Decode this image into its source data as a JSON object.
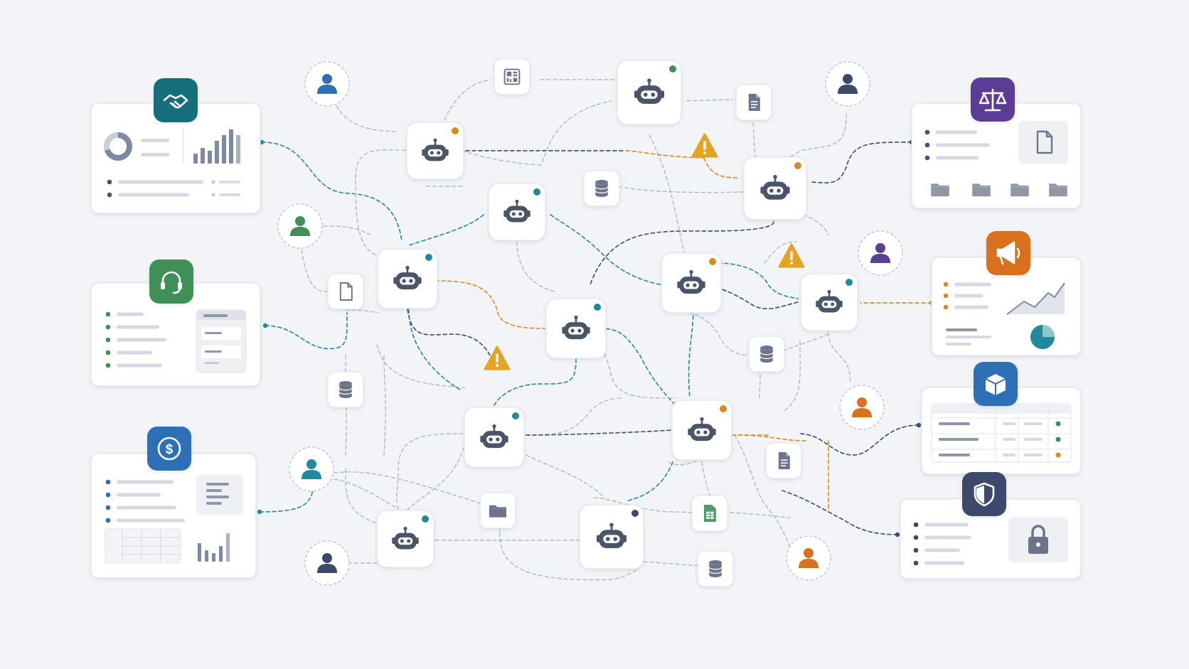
{
  "colors": {
    "background": "#f3f4f7",
    "card": "#ffffff",
    "card_border": "#dfe2e8",
    "robot": "#4b5568",
    "line_gray": "#a3abb8",
    "teal": "#1f8a9c",
    "orange": "#d98a1f",
    "navy": "#3b4a6b",
    "green": "#3f8f57",
    "purple": "#5b3e96",
    "blue": "#2f6fb5",
    "brand_teal": "#136e7d",
    "warning": "#e5a322",
    "muted": "#d5d9e1",
    "chart_bar": "#7e8aa3"
  },
  "icons": {
    "agent": "robot-icon",
    "person": "person-icon",
    "database": "database-icon",
    "document": "document-icon",
    "folder": "folder-icon",
    "dashboard": "dashboard-icon",
    "spreadsheet": "spreadsheet-icon",
    "warning": "warning-icon",
    "handshake": "handshake-icon",
    "headset": "headset-icon",
    "dollar": "dollar-icon",
    "scales": "scales-icon",
    "megaphone": "megaphone-icon",
    "cube": "cube-icon",
    "shield": "shield-icon",
    "lock": "lock-icon"
  },
  "panels": [
    {
      "id": "sales",
      "badge_icon": "handshake-icon",
      "badge_color": "#136e7d"
    },
    {
      "id": "support",
      "badge_icon": "headset-icon",
      "badge_color": "#3f8f57"
    },
    {
      "id": "finance",
      "badge_icon": "dollar-icon",
      "badge_color": "#2f6fb5"
    },
    {
      "id": "legal",
      "badge_icon": "scales-icon",
      "badge_color": "#5b3e96"
    },
    {
      "id": "marketing",
      "badge_icon": "megaphone-icon",
      "badge_color": "#d9711f"
    },
    {
      "id": "operations",
      "badge_icon": "cube-icon",
      "badge_color": "#2f6fb5"
    },
    {
      "id": "security",
      "badge_icon": "shield-icon",
      "badge_color": "#3b4a6b"
    }
  ],
  "agents": [
    {
      "id": "a1",
      "status_color": "#d98a1f"
    },
    {
      "id": "a2",
      "status_color": "#3f8f57"
    },
    {
      "id": "a3",
      "status_color": "#1f8a9c"
    },
    {
      "id": "a4",
      "status_color": "#d98a1f"
    },
    {
      "id": "a5",
      "status_color": "#1f8a9c"
    },
    {
      "id": "a6",
      "status_color": "#d98a1f"
    },
    {
      "id": "a7",
      "status_color": "#1f8a9c"
    },
    {
      "id": "a8",
      "status_color": "#1f8a9c"
    },
    {
      "id": "a9",
      "status_color": "#1f8a9c"
    },
    {
      "id": "a10",
      "status_color": "#d98a1f"
    },
    {
      "id": "a11",
      "status_color": "#1f8a9c"
    },
    {
      "id": "a12",
      "status_color": "#3b4a6b"
    }
  ],
  "people": [
    {
      "id": "p1",
      "color": "#2f6fb5"
    },
    {
      "id": "p2",
      "color": "#3f8f57"
    },
    {
      "id": "p3",
      "color": "#1f8a9c"
    },
    {
      "id": "p4",
      "color": "#3b4a6b"
    },
    {
      "id": "p5",
      "color": "#5b3e96"
    },
    {
      "id": "p6",
      "color": "#d9711f"
    },
    {
      "id": "p7",
      "color": "#3b4a6b"
    },
    {
      "id": "p8",
      "color": "#d9711f"
    }
  ]
}
